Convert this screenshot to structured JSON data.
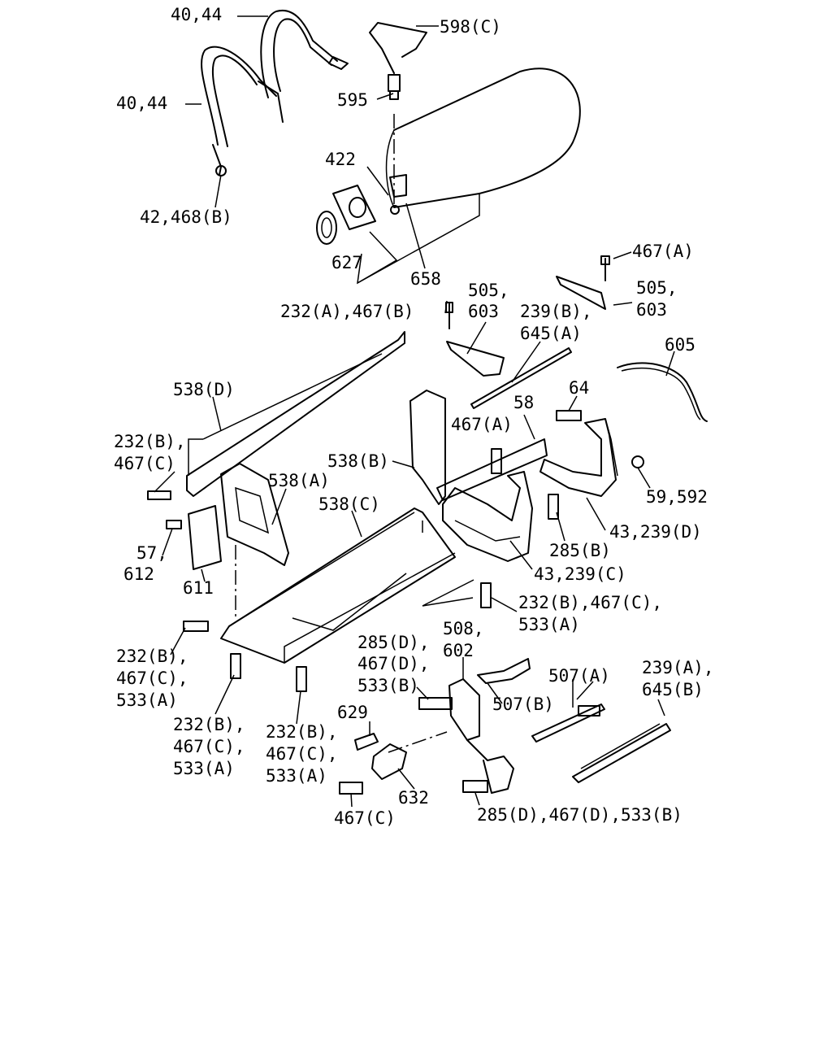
{
  "labels": {
    "l40_44_top": "40,44",
    "l40_44_mid": "40,44",
    "l598c": "598(C)",
    "l595": "595",
    "l422": "422",
    "l42_468b": "42,468(B)",
    "l627": "627",
    "l658": "658",
    "l467a_top": "467(A)",
    "l505_603_right_1": "505,",
    "l505_603_right_2": "603",
    "l505_603_mid_1": "505,",
    "l505_603_mid_2": "603",
    "l232a_467b": "232(A),467(B)",
    "l239b_1": "239(B),",
    "l239b_2": "645(A)",
    "l605": "605",
    "l538d": "538(D)",
    "l64": "64",
    "l58": "58",
    "l467a_mid": "467(A)",
    "l232b_467c_left_1": "232(B),",
    "l232b_467c_left_2": "467(C)",
    "l538b": "538(B)",
    "l538a": "538(A)",
    "l538c": "538(C)",
    "l59_592": "59,592",
    "l57_612_1": "57,",
    "l57_612_2": "612",
    "l611": "611",
    "l285b": "285(B)",
    "l43_239d": "43,239(D)",
    "l43_239c": "43,239(C)",
    "l232b_467c_533a_r_1": "232(B),467(C),",
    "l232b_467c_533a_r_2": "533(A)",
    "l508_602_1": "508,",
    "l508_602_2": "602",
    "l285d_1": "285(D),",
    "l285d_2": "467(D),",
    "l285d_3": "533(B)",
    "l507a": "507(A)",
    "l239a_645b_1": "239(A),",
    "l239a_645b_2": "645(B)",
    "l232b_left_1": "232(B),",
    "l232b_left_2": "467(C),",
    "l232b_left_3": "533(A)",
    "l507b": "507(B)",
    "l232b_bl_1": "232(B),",
    "l232b_bl_2": "467(C),",
    "l232b_bl_3": "533(A)",
    "l232b_bm_1": "232(B),",
    "l232b_bm_2": "467(C),",
    "l232b_bm_3": "533(A)",
    "l629": "629",
    "l632": "632",
    "l467c_bottom": "467(C)",
    "l285d_bottom": "285(D),467(D),533(B)"
  }
}
